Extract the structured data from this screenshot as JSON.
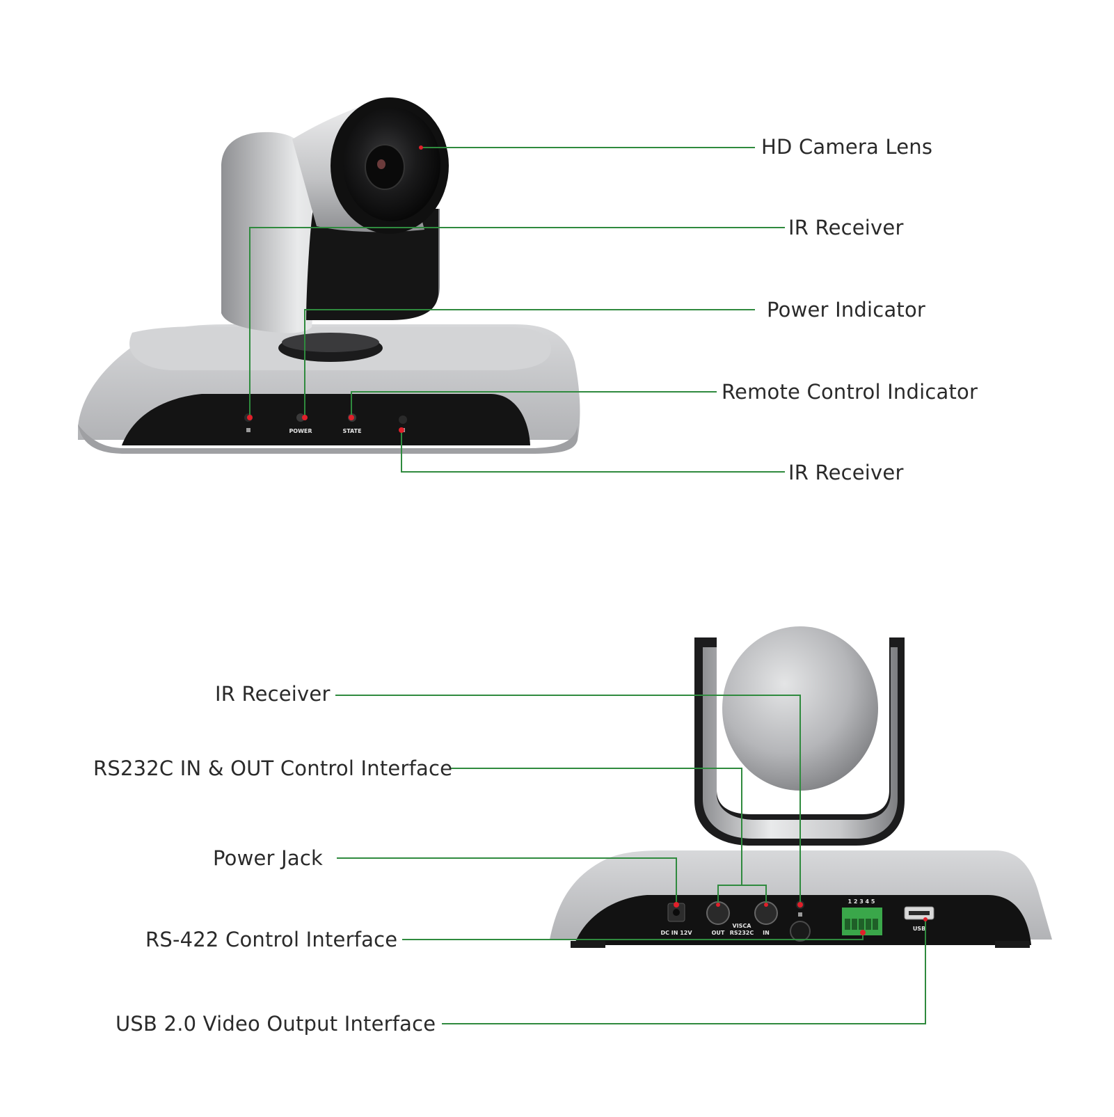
{
  "front_view": {
    "callouts": {
      "hd_camera_lens": "HD Camera Lens",
      "ir_receiver_top": "IR Receiver",
      "power_indicator": "Power Indicator",
      "remote_control_indicator": "Remote Control Indicator",
      "ir_receiver_bottom": "IR Receiver"
    },
    "panel_labels": {
      "power": "POWER",
      "state": "STATE"
    }
  },
  "back_view": {
    "callouts": {
      "ir_receiver": "IR Receiver",
      "rs232c": "RS232C IN & OUT Control Interface",
      "power_jack": "Power Jack",
      "rs422": "RS-422 Control Interface",
      "usb": "USB 2.0 Video Output Interface"
    },
    "panel_labels": {
      "dc_in": "DC IN 12V",
      "out": "OUT",
      "visca": "VISCA",
      "rs232c": "RS232C",
      "in": "IN",
      "terminal_numbers": "1 2 3 4 5",
      "usb": "USB"
    }
  },
  "colors": {
    "callout_line": "#2f8a3e",
    "marker": "#e0202a",
    "body_silver": "#c4c5c7",
    "panel_black": "#111111"
  }
}
